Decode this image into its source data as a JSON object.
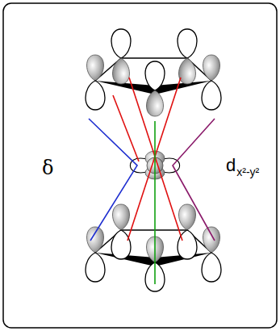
{
  "diagram": {
    "labels": [
      "δ",
      "d",
      "x²-y²"
    ]
  }
}
